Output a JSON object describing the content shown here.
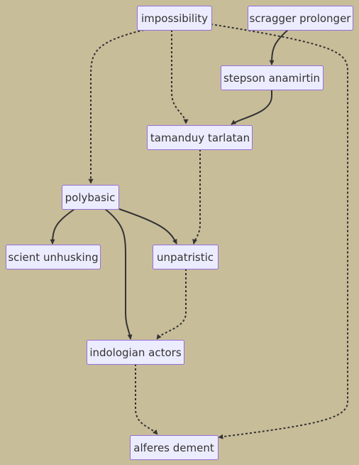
{
  "nodes": {
    "impossibility": "impossibility",
    "scragger_prolonger": "scragger prolonger",
    "stepson_anamirtin": "stepson anamirtin",
    "tamanduy_tarlatan": "tamanduy tarlatan",
    "polybasic": "polybasic",
    "scient_unhusking": "scient unhusking",
    "unpatristic": "unpatristic",
    "indologian_actors": "indologian actors",
    "alferes_dement": "alferes dement"
  },
  "edges": [
    {
      "from": "impossibility",
      "to": "polybasic",
      "style": "dotted"
    },
    {
      "from": "impossibility",
      "to": "tamanduy_tarlatan",
      "style": "dotted"
    },
    {
      "from": "impossibility",
      "to": "alferes_dement",
      "style": "dotted"
    },
    {
      "from": "scragger_prolonger",
      "to": "stepson_anamirtin",
      "style": "solid"
    },
    {
      "from": "stepson_anamirtin",
      "to": "tamanduy_tarlatan",
      "style": "solid"
    },
    {
      "from": "tamanduy_tarlatan",
      "to": "unpatristic",
      "style": "dotted"
    },
    {
      "from": "polybasic",
      "to": "scient_unhusking",
      "style": "solid"
    },
    {
      "from": "polybasic",
      "to": "unpatristic",
      "style": "solid"
    },
    {
      "from": "polybasic",
      "to": "indologian_actors",
      "style": "solid"
    },
    {
      "from": "unpatristic",
      "to": "indologian_actors",
      "style": "dotted"
    },
    {
      "from": "indologian_actors",
      "to": "alferes_dement",
      "style": "dotted"
    }
  ],
  "colors": {
    "background": "#c8bd99",
    "node_fill": "#ececff",
    "node_border": "#9370db",
    "text": "#333333",
    "edge": "#333333"
  }
}
